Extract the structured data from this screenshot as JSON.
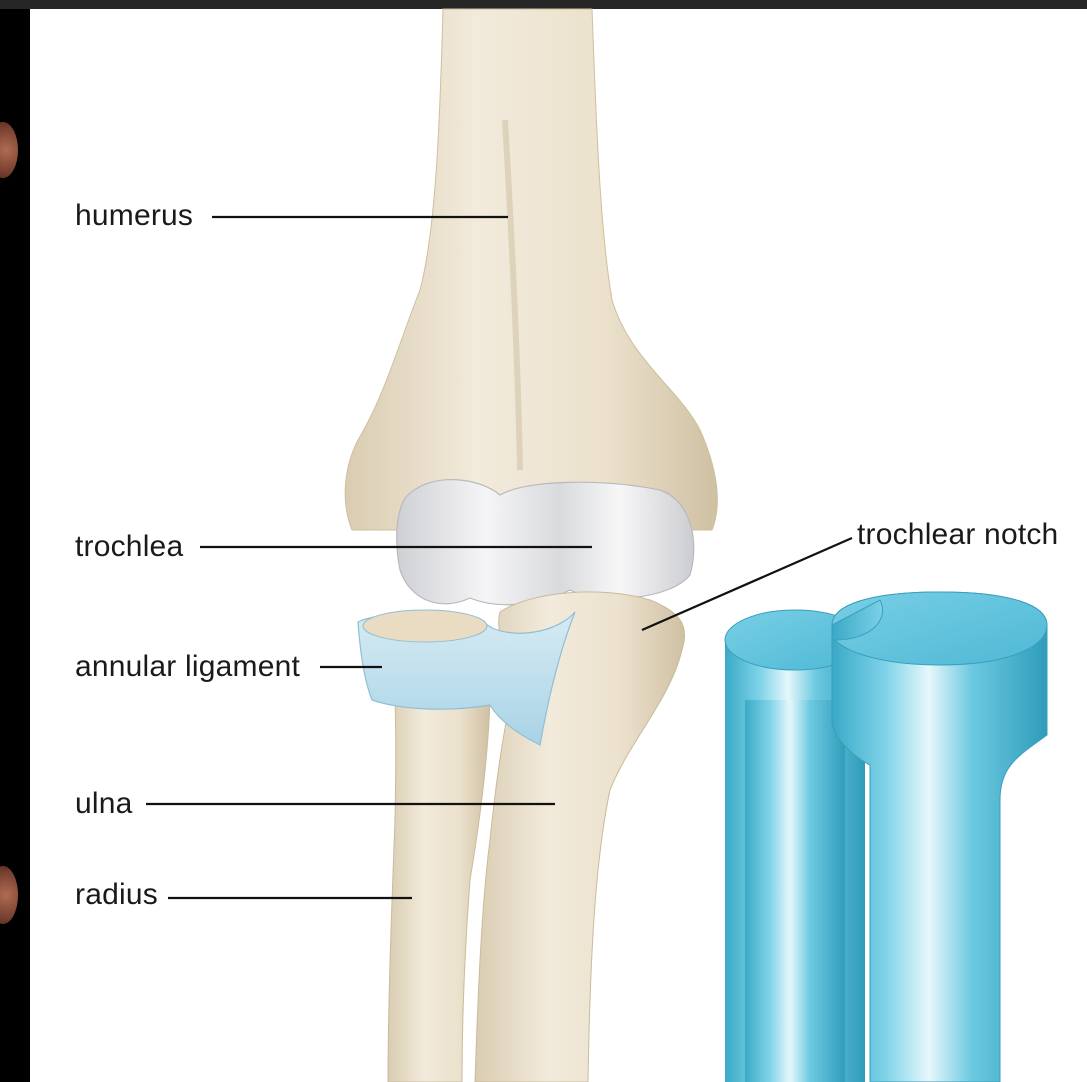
{
  "labels": {
    "humerus": "humerus",
    "trochlea": "trochlea",
    "annular_ligament": "annular ligament",
    "ulna": "ulna",
    "radius": "radius",
    "trochlear_notch": "trochlear notch"
  },
  "colors": {
    "bone": "#ede3cf",
    "bone_shadow": "#d6c8ac",
    "cartilage": "#e6e7ea",
    "ligament": "#bcdceb",
    "model_blue": "#5ec3dc",
    "leader_line": "#111111"
  }
}
